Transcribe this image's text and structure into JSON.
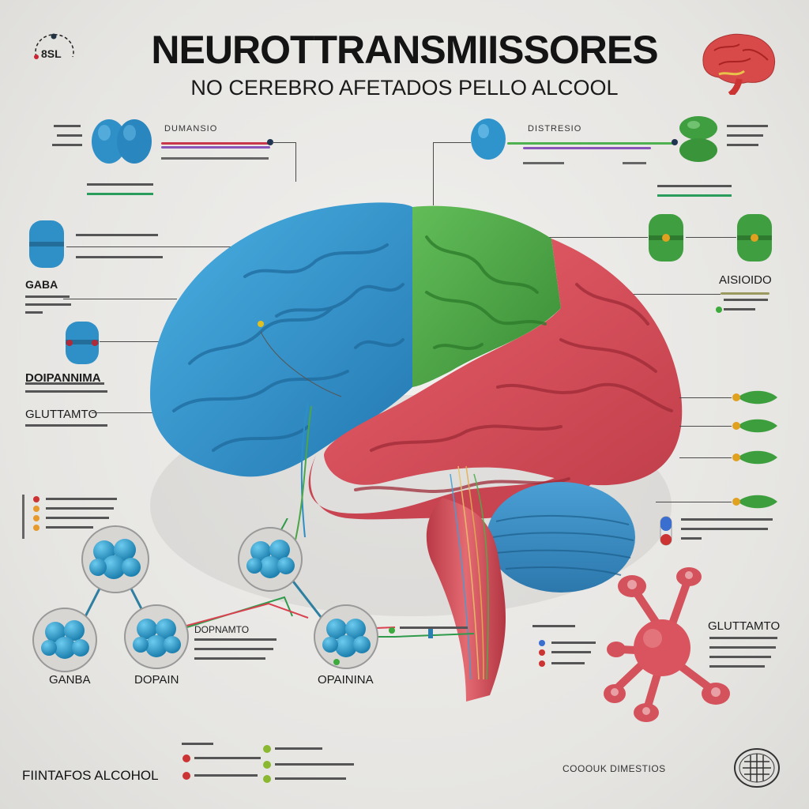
{
  "header": {
    "badge": "8SL",
    "title": "NEUROTTRANSMIISSORES",
    "subtitle": "NO CEREBRO AFETADOS PELLO ALCOOL"
  },
  "labels": {
    "top_left_callout": "DUMANSIO",
    "top_right_callout": "DISTRESIO",
    "gaba_left": "GABA",
    "dopamina": "DOIPANNIMA",
    "glutamato_left": "GLUTTAMTO",
    "asiodo": "AISIOIDO",
    "glutamato_right": "GLUTTAMTO",
    "dopamina_small": "DOPNAMTO",
    "gaba_bottom": "GANBA",
    "dopain_bottom": "DOPAIN",
    "opamina_bottom": "OPAININA"
  },
  "footer": {
    "left": "FIINTAFOS ALCOHOL",
    "right": "COOOUK DIMESTIOS"
  },
  "colors": {
    "blue": "#3a9ed0",
    "green": "#4aa646",
    "red": "#d9515d",
    "dark_text": "#141414"
  }
}
